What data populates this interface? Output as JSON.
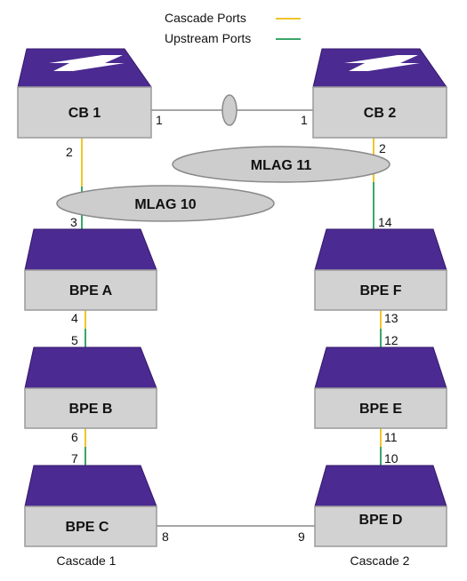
{
  "legend": {
    "cascade_label": "Cascade Ports",
    "upstream_label": "Upstream Ports",
    "cascade_color": "#f0c52a",
    "upstream_color": "#3aa66a"
  },
  "colors": {
    "top": "#4b2a91",
    "top_dark": "#35196b",
    "body": "#d2d2d2",
    "body_edge": "#9a9a9a",
    "mlag_fill": "#cdcdcd",
    "mlag_edge": "#8a8a8a",
    "link": "#888888",
    "arrow": "#ffffff"
  },
  "devices": {
    "cb1": "CB 1",
    "cb2": "CB 2",
    "bpe_a": "BPE A",
    "bpe_b": "BPE B",
    "bpe_c": "BPE C",
    "bpe_d": "BPE D",
    "bpe_e": "BPE E",
    "bpe_f": "BPE F"
  },
  "mlag": {
    "m11": "MLAG 11",
    "m10": "MLAG 10"
  },
  "ports": {
    "p1_left": "1",
    "p1_right": "1",
    "p2_left": "2",
    "p2_right": "2",
    "p3": "3",
    "p14": "14",
    "p4": "4",
    "p5": "5",
    "p13": "13",
    "p12": "12",
    "p6": "6",
    "p7": "7",
    "p11": "11",
    "p10": "10",
    "p8": "8",
    "p9": "9"
  },
  "captions": {
    "cascade1": "Cascade 1",
    "cascade2": "Cascade 2"
  }
}
